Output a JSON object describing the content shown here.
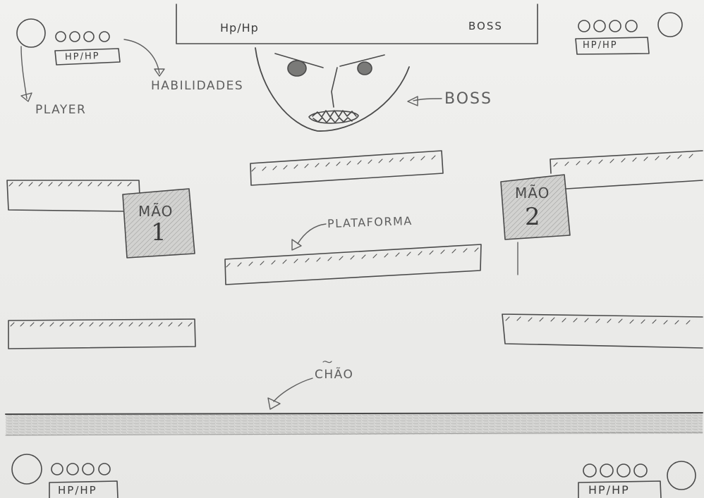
{
  "boss_bar": {
    "hp_label": "Hp/Hp",
    "title": "BOSS"
  },
  "players": [
    {
      "corner": "top-left",
      "hp_label": "HP/HP"
    },
    {
      "corner": "top-right",
      "hp_label": "HP/HP"
    },
    {
      "corner": "bottom-left",
      "hp_label": "HP/HP"
    },
    {
      "corner": "bottom-right",
      "hp_label": "HP/HP"
    }
  ],
  "hands": [
    {
      "label": "MÃO",
      "number": "1"
    },
    {
      "label": "MÃO",
      "number": "2"
    }
  ],
  "annotations": {
    "player": "PLAYER",
    "habilidades": "HABILIDADES",
    "boss": "BOSS",
    "plataforma": "PLATAFORMA",
    "chao": "CHÃO"
  },
  "colors": {
    "paper": "#ececea",
    "pencil": "#4a4a4a",
    "shade": "#cfcfcd"
  }
}
